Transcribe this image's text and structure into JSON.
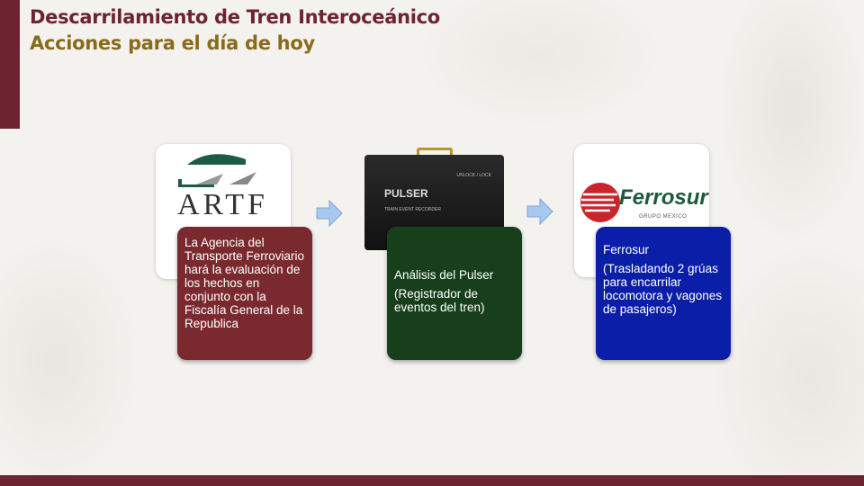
{
  "header": {
    "title": "Descarrilamiento de Tren Interoceánico",
    "subtitle": "Acciones para el día de hoy"
  },
  "steps": [
    {
      "logo_text": "ARTF",
      "lines": [
        "La Agencia del Transporte Ferroviario hará la evaluación de los hechos en conjunto con la Fiscalía General de la Republica"
      ],
      "color": "#7a2a2e"
    },
    {
      "device_label": "PULSER",
      "device_sub": "TRAIN EVENT RECORDER",
      "device_lock": "UNLOCK / LOCK",
      "lines": [
        "Análisis del Pulser",
        "(Registrador de eventos del tren)"
      ],
      "color": "#173f1c"
    },
    {
      "logo_text": "Ferrosur",
      "logo_sub": "GRUPO MEXICO",
      "lines": [
        "Ferrosur",
        "(Trasladando 2 grúas para encarrilar locomotora y vagones de pasajeros)"
      ],
      "color": "#0b1ea8"
    }
  ]
}
